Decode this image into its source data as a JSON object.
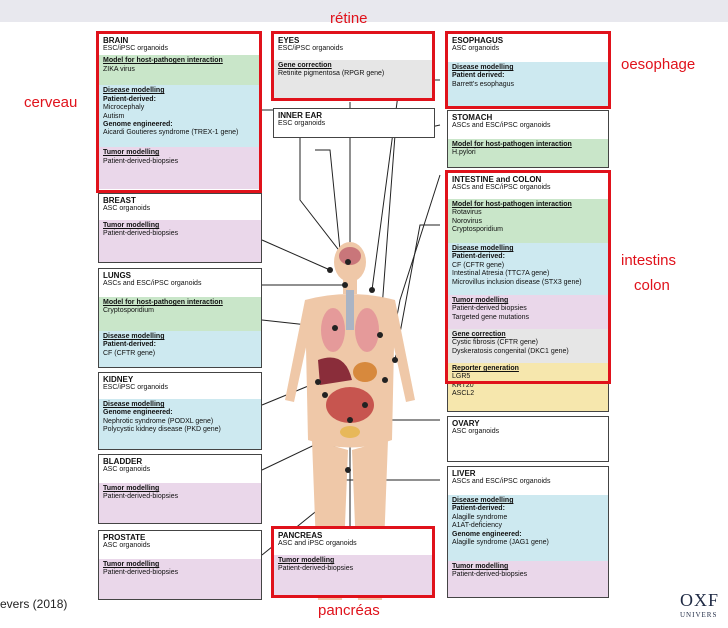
{
  "labels": {
    "retine": "rétine",
    "cerveau": "cerveau",
    "oesophage": "oesophage",
    "intestins": "intestins",
    "colon": "colon",
    "pancreas": "pancréas"
  },
  "source": "evers (2018)",
  "logo": {
    "line1": "OXF",
    "line2": "UNIVERS"
  },
  "colors": {
    "highlight": "#e0121b",
    "green": "#c9e6c9",
    "blue": "#cde9f0",
    "pink": "#ead7ea",
    "yellow": "#f6e7ad",
    "gray": "#e6e6e6"
  },
  "brain": {
    "title": "BRAIN",
    "sub": "ESC/iPSC organoids",
    "h1": "Model for host-pathogen interaction",
    "l1": "ZIKA virus",
    "h2": "Disease modelling",
    "b2": "Patient-derived:",
    "l2a": "Microcephaly",
    "l2b": "Autism",
    "b2b": "Genome engineered:",
    "l2c": "Aicardi Goutieres syndrome (TREX-1 gene)",
    "h3": "Tumor modelling",
    "l3": "Patient-derived-biopsies"
  },
  "breast": {
    "title": "BREAST",
    "sub": "ASC organoids",
    "h1": "Tumor modelling",
    "l1": "Patient-derived-biopsies"
  },
  "lungs": {
    "title": "LUNGS",
    "sub": "ASCs and ESC/iPSC organoids",
    "h1": "Model for host-pathogen interaction",
    "l1": "Cryptosporidium",
    "h2": "Disease modelling",
    "b2": "Patient-derived:",
    "l2": "CF (CFTR gene)"
  },
  "kidney": {
    "title": "KIDNEY",
    "sub": "ESC/iPSC organoids",
    "h1": "Disease modelling",
    "b1": "Genome engineered:",
    "l1a": "Nephrotic syndrome (PODXL gene)",
    "l1b": "Polycystic kidney disease (PKD gene)"
  },
  "bladder": {
    "title": "BLADDER",
    "sub": "ASC organoids",
    "h1": "Tumor modelling",
    "l1": "Patient-derived-biopsies"
  },
  "prostate": {
    "title": "PROSTATE",
    "sub": "ASC organoids",
    "h1": "Tumor modelling",
    "l1": "Patient-derived-biopsies"
  },
  "eyes": {
    "title": "EYES",
    "sub": "ESC/iPSC organoids",
    "h1": "Gene correction",
    "l1": "Retinite pigmentosa (RPGR gene)"
  },
  "inner_ear": {
    "title": "INNER EAR",
    "sub": "ESC organoids"
  },
  "pancreas": {
    "title": "PANCREAS",
    "sub": "ASC and iPSC organoids",
    "h1": "Tumor modelling",
    "l1": "Patient-derived-biopsies"
  },
  "esophagus": {
    "title": "ESOPHAGUS",
    "sub": "ASC organoids",
    "h1": "Disease modelling",
    "b1": "Patient derived:",
    "l1": "Barrett's esophagus"
  },
  "stomach": {
    "title": "STOMACH",
    "sub": "ASCs and ESC/iPSC organoids",
    "h1": "Model for host-pathogen interaction",
    "l1": "H.pylori"
  },
  "intestine": {
    "title": "INTESTINE and COLON",
    "sub": "ASCs and ESC/iPSC organoids",
    "h1": "Model for host-pathogen interaction",
    "l1a": "Rotavirus",
    "l1b": "Norovirus",
    "l1c": "Cryptosporidium",
    "h2": "Disease modelling",
    "b2": "Patient-derived:",
    "l2a": "CF (CFTR gene)",
    "l2b": "Intestinal Atresia (TTC7A gene)",
    "l2c": "Microvillus inclusion disease (STX3 gene)",
    "h3": "Tumor modelling",
    "l3a": "Patient-derived biopsies",
    "l3b": "Targeted gene mutations",
    "h4": "Gene correction",
    "l4a": "Cystic fibrosis (CFTR gene)",
    "l4b": "Dyskeratosis congenital (DKC1 gene)",
    "h5": "Reporter generation",
    "l5a": "LGR5",
    "l5b": "KRT20",
    "l5c": "ASCL2"
  },
  "ovary": {
    "title": "OVARY",
    "sub": "ASC organoids"
  },
  "liver": {
    "title": "LIVER",
    "sub": "ASCs and ESC/iPSC organoids",
    "h1": "Disease modelling",
    "b1": "Patient-derived:",
    "l1a": "Alagille syndrome",
    "l1b": "A1AT-deficiency",
    "b1b": "Genome engineered:",
    "l1c": "Alagille syndrome (JAG1 gene)",
    "h2": "Tumor modelling",
    "l2": "Patient-derived-biopsies"
  }
}
